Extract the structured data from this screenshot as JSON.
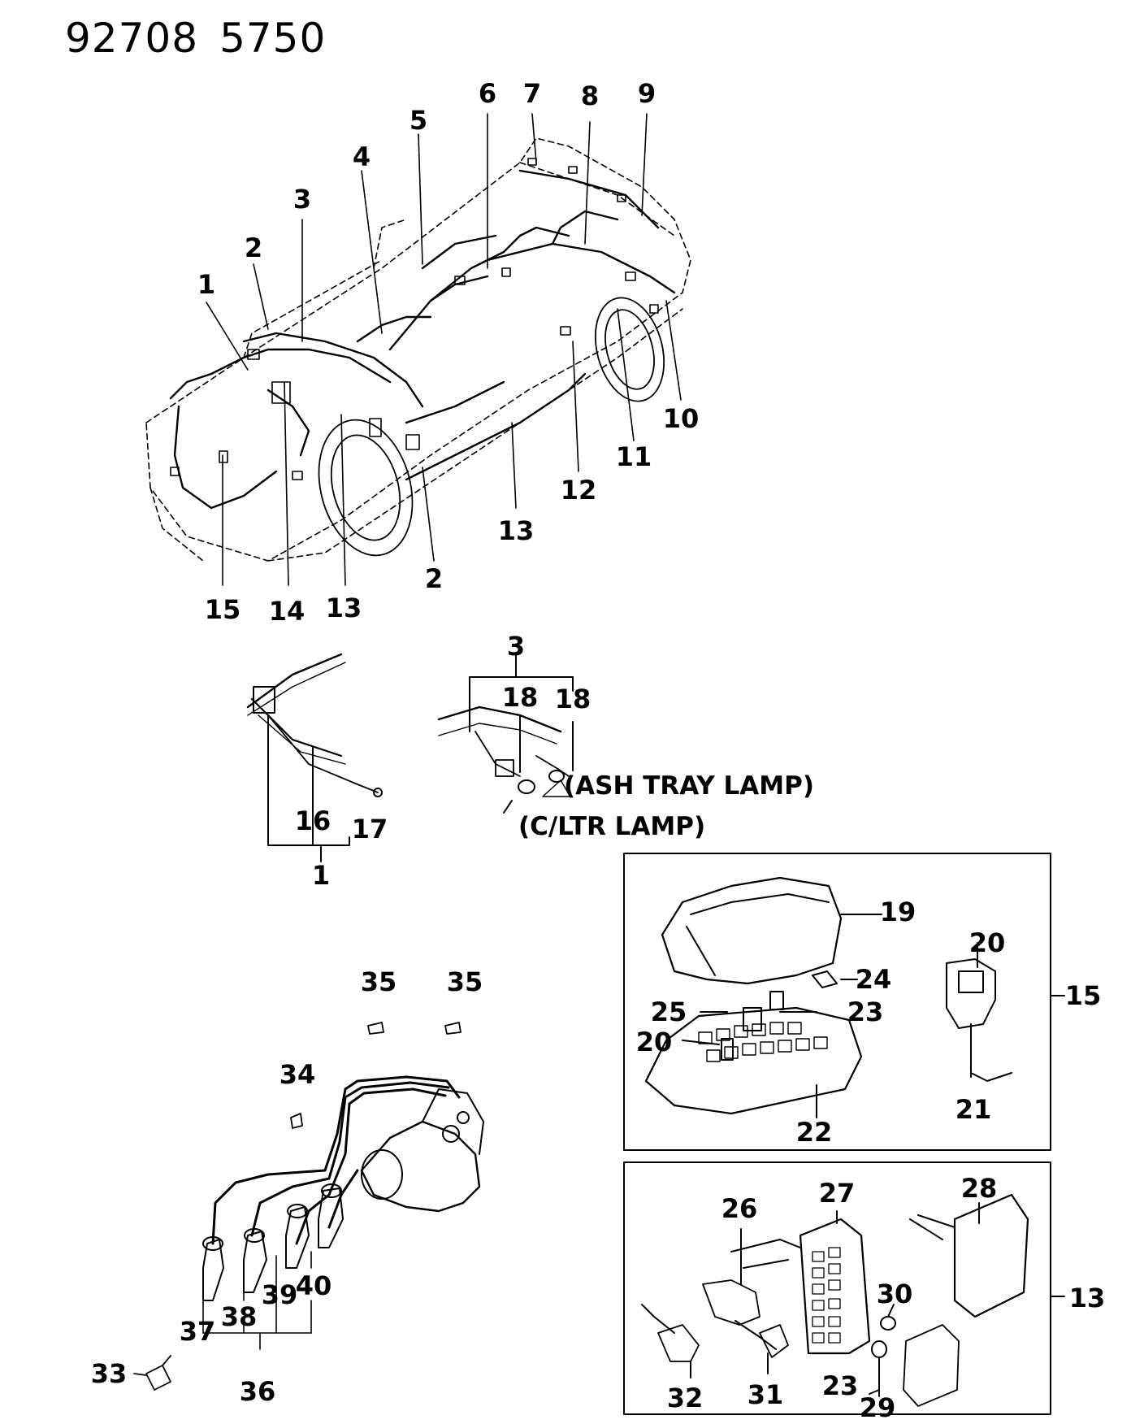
{
  "header": {
    "code_left": "92708",
    "code_right": "5750"
  },
  "callouts": {
    "c1": "1",
    "c2": "2",
    "c3": "3",
    "c4": "4",
    "c5": "5",
    "c6": "6",
    "c7": "7",
    "c8": "8",
    "c9": "9",
    "c10": "10",
    "c11": "11",
    "c12": "12",
    "c13a": "13",
    "c2b": "2",
    "c13b": "13",
    "c14": "14",
    "c15": "15",
    "c3b": "3",
    "c18a": "18",
    "c18b": "18",
    "c16": "16",
    "c17": "17",
    "c1b": "1",
    "c19": "19",
    "c20a": "20",
    "c24": "24",
    "c23a": "23",
    "c25": "25",
    "c20b": "20",
    "c15b": "15",
    "c21": "21",
    "c22": "22",
    "c35a": "35",
    "c35b": "35",
    "c34": "34",
    "c40": "40",
    "c39": "39",
    "c38": "38",
    "c37": "37",
    "c33": "33",
    "c36": "36",
    "c26": "26",
    "c27": "27",
    "c28": "28",
    "c30": "30",
    "c13c": "13",
    "c32": "32",
    "c31": "31",
    "c23b": "23",
    "c29": "29"
  },
  "notes": {
    "ash_tray": "(ASH TRAY LAMP)",
    "c_ltr": "(C/LTR LAMP)"
  }
}
